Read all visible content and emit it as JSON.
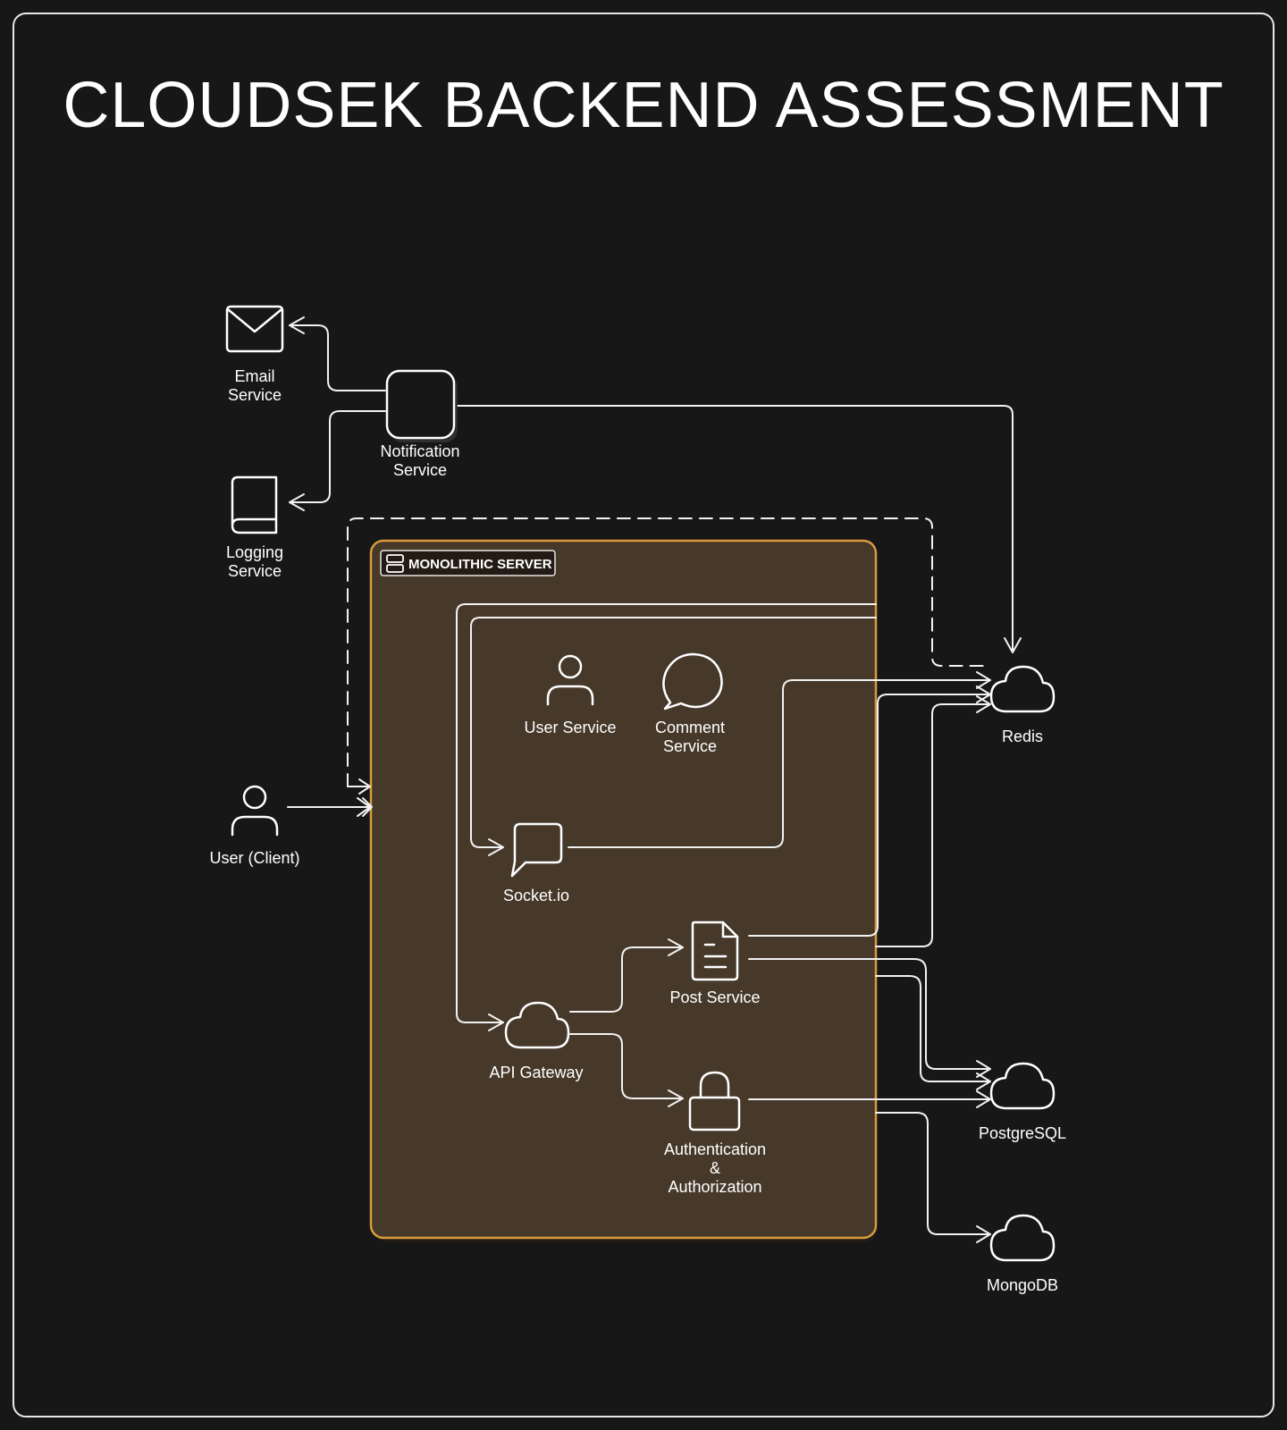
{
  "title": "CLOUDSEK BACKEND ASSESSMENT",
  "server": {
    "badge": "MONOLITHIC SERVER",
    "fill_color": "#46392a",
    "border_color": "#d99a3e"
  },
  "nodes": {
    "email": {
      "line1": "Email",
      "line2": "Service"
    },
    "notification": {
      "line1": "Notification",
      "line2": "Service"
    },
    "logging": {
      "line1": "Logging",
      "line2": "Service"
    },
    "client": {
      "label": "User (Client)"
    },
    "user_service": {
      "label": "User Service"
    },
    "comment_service": {
      "line1": "Comment",
      "line2": "Service"
    },
    "socket": {
      "label": "Socket.io"
    },
    "post_service": {
      "label": "Post Service"
    },
    "api_gateway": {
      "label": "API Gateway"
    },
    "auth": {
      "line1": "Authentication",
      "line2": "&",
      "line3": "Authorization"
    },
    "redis": {
      "label": "Redis"
    },
    "postgres": {
      "label": "PostgreSQL"
    },
    "mongo": {
      "label": "MongoDB"
    }
  },
  "icons": {
    "email": "envelope-icon",
    "notification": "rounded-square-icon",
    "logging": "book-icon",
    "client": "person-icon",
    "user_service": "person-icon",
    "comment_service": "chat-bubble-icon",
    "socket": "message-square-icon",
    "post_service": "document-icon",
    "api_gateway": "cloud-icon",
    "auth": "lock-icon",
    "redis": "cloud-icon",
    "postgres": "cloud-icon",
    "mongo": "cloud-icon",
    "server_badge": "server-icon"
  },
  "colors": {
    "background": "#171717",
    "line": "#ffffff"
  }
}
